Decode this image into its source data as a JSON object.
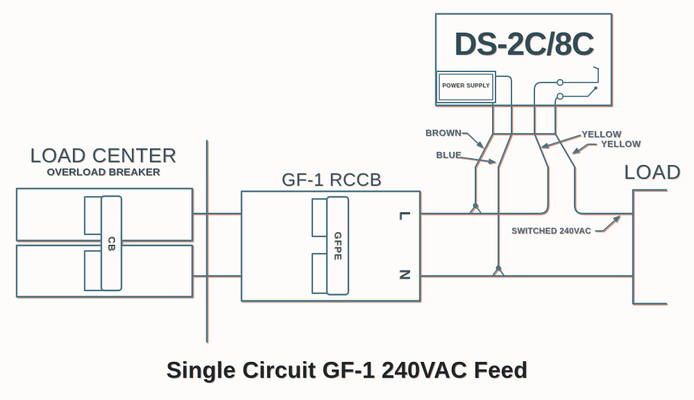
{
  "caption": "Single Circuit GF-1 240VAC Feed",
  "controller": {
    "title": "DS-2C/8C",
    "power_supply_label": "POWER SUPPLY"
  },
  "wires": {
    "brown": "BROWN",
    "blue": "BLUE",
    "yellow_top": "YELLOW",
    "yellow_bottom": "YELLOW",
    "switched": "SWITCHED 240VAC"
  },
  "load_center": {
    "title": "LOAD CENTER",
    "subtitle": "OVERLOAD BREAKER",
    "breaker_label": "CB"
  },
  "rccb": {
    "title": "GF-1 RCCB",
    "breaker_label": "GFPE",
    "line_terminal": "L",
    "neutral_terminal": "N"
  },
  "load": {
    "label": "LOAD"
  },
  "colors": {
    "line": "#4a7483",
    "fringe": "#c4765c",
    "text": "#3a5a66",
    "caption": "#1c262b"
  }
}
